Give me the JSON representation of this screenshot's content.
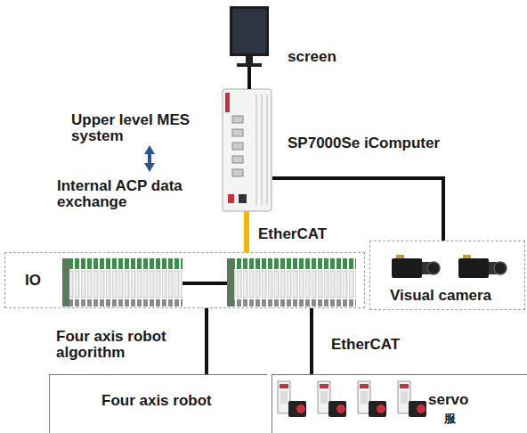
{
  "diagram": {
    "nodes": [
      {
        "text": [
          "screen"
        ]
      },
      {
        "text": [
          "SP7000Se iComputer"
        ]
      },
      {
        "text": [
          "IO"
        ]
      },
      {
        "text": [
          "Visual camera"
        ]
      },
      {
        "text": [
          "Four axis robot"
        ]
      },
      {
        "text": [
          "servo",
          "服"
        ]
      }
    ],
    "edges": [
      {
        "from": 0,
        "to": 1,
        "arrow": "none"
      },
      {
        "from": 1,
        "to": 2,
        "label": "EtherCAT",
        "arrow": "none"
      },
      {
        "from": 1,
        "to": 3,
        "arrow": "none"
      },
      {
        "from": 2,
        "to": 4,
        "label": "Four axis robot algorithm",
        "arrow": "none"
      },
      {
        "from": 2,
        "to": 5,
        "label": "EtherCAT",
        "arrow": "none"
      }
    ],
    "labels": [
      "Upper level MES system",
      "Internal ACP data exchange"
    ]
  }
}
